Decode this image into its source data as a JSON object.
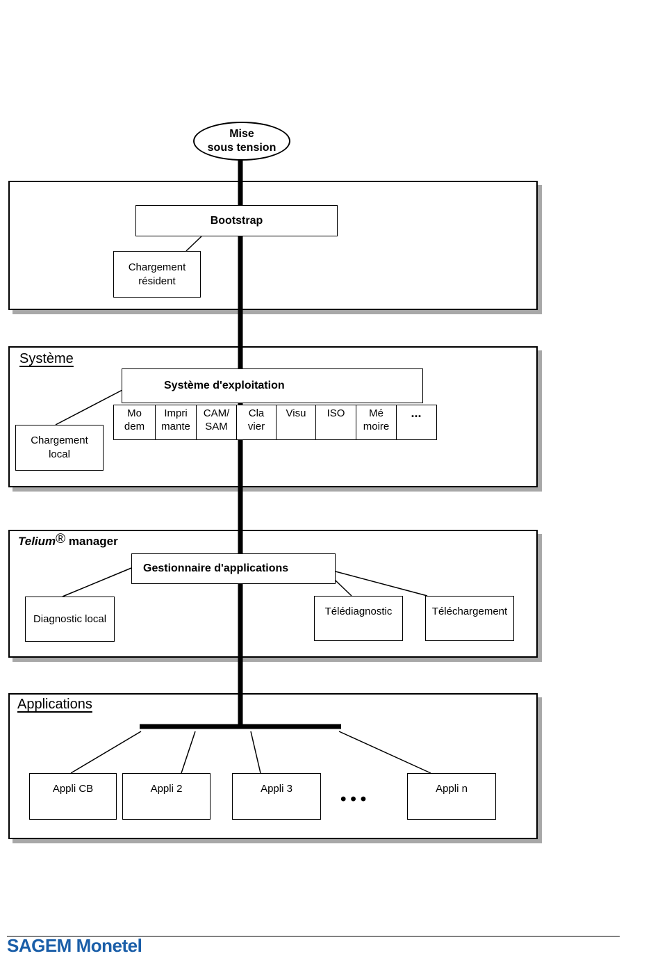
{
  "start": {
    "label": "Mise\nsous tension"
  },
  "boot": {
    "bootstrap": "Bootstrap",
    "resident": "Chargement\nrésident"
  },
  "system": {
    "title": "Système",
    "os": "Système d'exploitation",
    "local_load": "Chargement\nlocal",
    "drivers": [
      "Mo\ndem",
      "Impri\nmante",
      "CAM/\nSAM",
      "Cla\nvier",
      "Visu",
      "ISO",
      "Mé\nmoire",
      "..."
    ]
  },
  "manager": {
    "title_brand": "Telium",
    "title_reg": "®",
    "title_rest": " manager",
    "app_manager": "Gestionnaire d'applications",
    "diag_local": "Diagnostic local",
    "telediag": "Télédiagnostic",
    "download": "Téléchargement"
  },
  "applications": {
    "title": "Applications",
    "apps": [
      "Appli CB",
      "Appli 2",
      "Appli 3",
      "Appli n"
    ],
    "ellipsis": "•••"
  },
  "footer": {
    "logo": "SAGEM Monetel"
  },
  "colors": {
    "shadow": "#a8a8a8",
    "logo": "#1a5ea8",
    "line": "#000000"
  }
}
